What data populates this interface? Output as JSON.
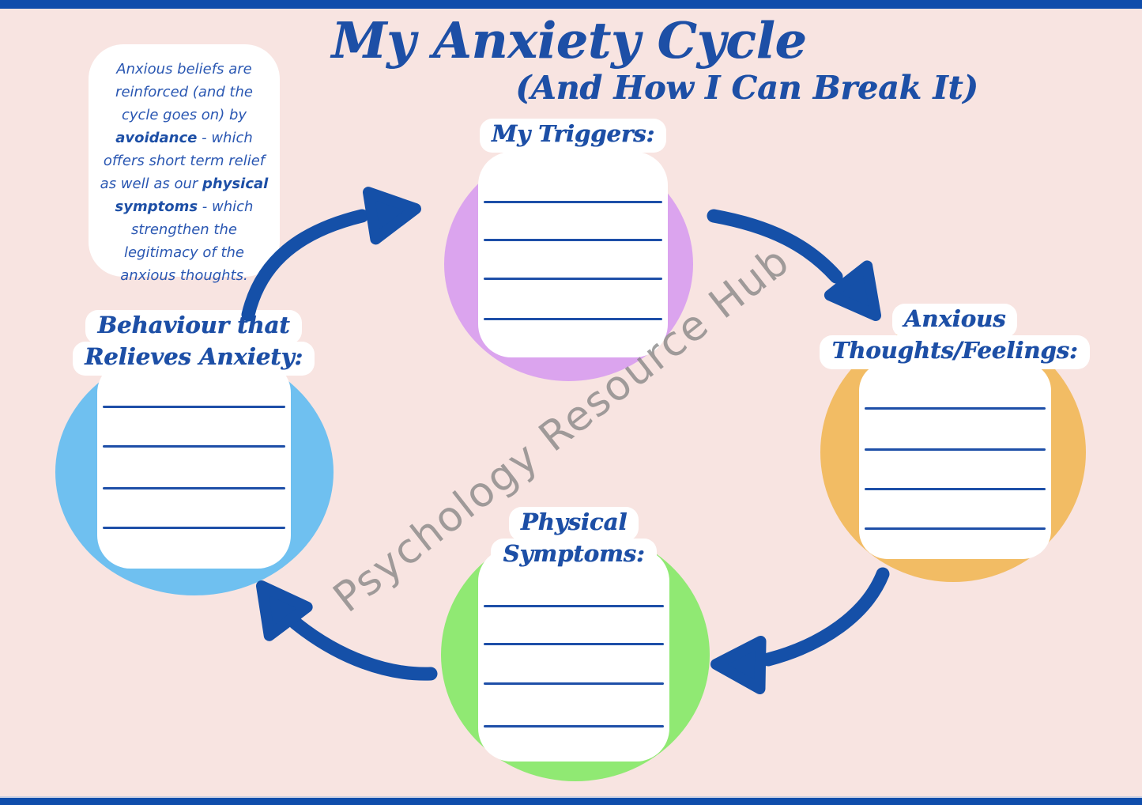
{
  "page": {
    "title": "My Anxiety Cycle",
    "subtitle": "(And How I Can Break It)",
    "watermark": "Psychology Resource Hub"
  },
  "colors": {
    "background": "#f8e4e1",
    "border_bars": "#0f4dab",
    "heading_blue": "#1d4fa6",
    "arrow_blue": "#1550a8",
    "writing_line_blue": "#1e4fa8",
    "watermark_gray": "#7d7d7d",
    "triggers_circle": "#dba4ee",
    "anxious_circle": "#f2bc64",
    "physical_circle": "#90e973",
    "behaviour_circle": "#6fc0f0"
  },
  "infobox": {
    "lines": [
      [
        {
          "text": "Anxious beliefs are",
          "bold": false
        }
      ],
      [
        {
          "text": "reinforced (and the",
          "bold": false
        }
      ],
      [
        {
          "text": "cycle goes on) by",
          "bold": false
        }
      ],
      [
        {
          "text": "avoidance",
          "bold": true
        },
        {
          "text": " - which",
          "bold": false
        }
      ],
      [
        {
          "text": "offers short term relief",
          "bold": false
        }
      ],
      [
        {
          "text": "as well as our ",
          "bold": false
        },
        {
          "text": "physical",
          "bold": true
        }
      ],
      [
        {
          "text": "symptoms",
          "bold": true
        },
        {
          "text": " - which",
          "bold": false
        }
      ],
      [
        {
          "text": "strengthen the",
          "bold": false
        }
      ],
      [
        {
          "text": "legitimacy of the",
          "bold": false
        }
      ],
      [
        {
          "text": "anxious thoughts.",
          "bold": false
        }
      ]
    ]
  },
  "nodes": {
    "triggers": {
      "label_lines": [
        "My Triggers:"
      ],
      "color": "#dba4ee",
      "blank_lines": 4
    },
    "anxious": {
      "label_lines": [
        "Anxious",
        "Thoughts/Feelings:"
      ],
      "color": "#f2bc64",
      "blank_lines": 4
    },
    "physical": {
      "label_lines": [
        "Physical",
        "Symptoms:"
      ],
      "color": "#90e973",
      "blank_lines": 4
    },
    "behaviour": {
      "label_lines": [
        "Behaviour that",
        "Relieves Anxiety:"
      ],
      "color": "#6fc0f0",
      "blank_lines": 4
    }
  },
  "cycle_order": [
    "My Triggers:",
    "Anxious Thoughts/Feelings:",
    "Physical Symptoms:",
    "Behaviour that Relieves Anxiety:"
  ]
}
